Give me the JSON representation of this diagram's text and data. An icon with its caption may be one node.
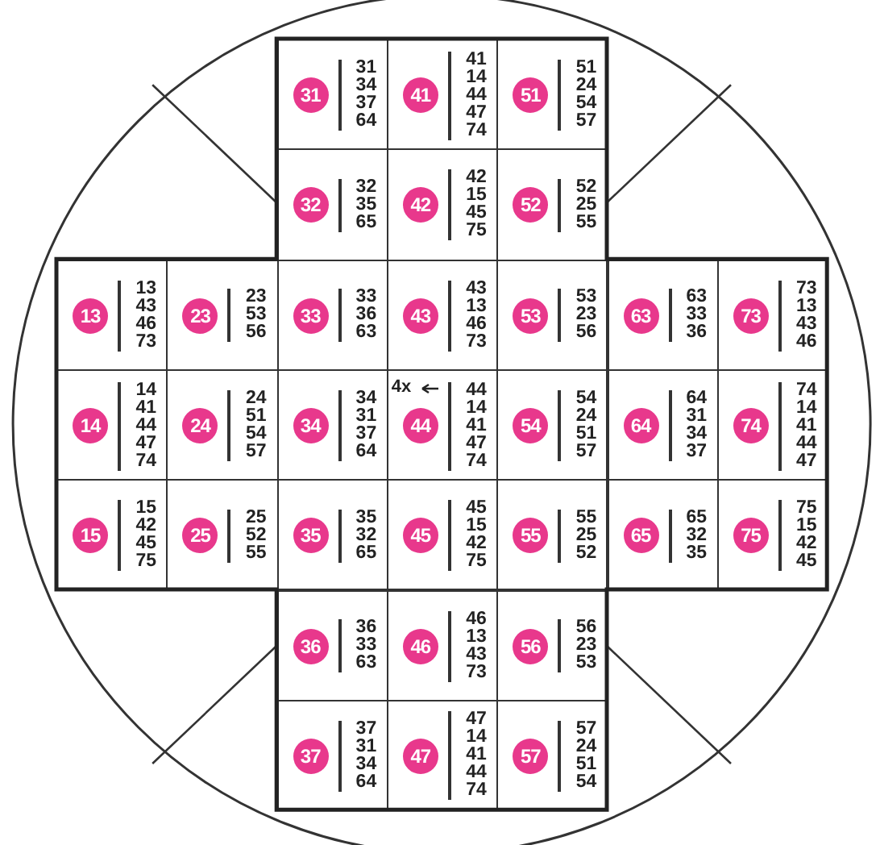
{
  "diagram": {
    "nodes": [
      {
        "text": [
          "31 34 37 64"
        ]
      },
      {
        "text": [
          "31"
        ],
        "in": 0
      },
      {
        "text": [
          "41 14 44 47 74"
        ]
      },
      {
        "text": [
          "41"
        ],
        "in": 2
      },
      {
        "text": [
          "51 24 54 57"
        ]
      },
      {
        "text": [
          "51"
        ],
        "in": 4
      },
      {
        "text": [
          "32 35 65"
        ]
      },
      {
        "text": [
          "32"
        ],
        "in": 6
      },
      {
        "text": [
          "42 15 45 75"
        ]
      },
      {
        "text": [
          "42"
        ],
        "in": 8
      },
      {
        "text": [
          "52 25 55"
        ]
      },
      {
        "text": [
          "52"
        ],
        "in": 10
      },
      {
        "text": [
          "13 43 46 73"
        ]
      },
      {
        "text": [
          "13"
        ],
        "in": 12
      },
      {
        "text": [
          "23 53 56"
        ]
      },
      {
        "text": [
          "23"
        ],
        "in": 14
      },
      {
        "text": [
          "33 36 63"
        ]
      },
      {
        "text": [
          "33"
        ],
        "in": 16
      },
      {
        "text": [
          "43 13 46 73"
        ]
      },
      {
        "text": [
          "43"
        ],
        "in": 18
      },
      {
        "text": [
          "53 23 56"
        ]
      },
      {
        "text": [
          "53"
        ],
        "in": 20
      },
      {
        "text": [
          "63 33 36"
        ]
      },
      {
        "text": [
          "63"
        ],
        "in": 22
      },
      {
        "text": [
          "73 13 43 46"
        ]
      },
      {
        "text": [
          "73"
        ],
        "in": 24
      },
      {
        "text": [
          "14 41 44 47 74"
        ]
      },
      {
        "text": [
          "14"
        ],
        "in": 26
      },
      {
        "text": [
          "24 51 54 57"
        ]
      },
      {
        "text": [
          "24"
        ],
        "in": 28
      },
      {
        "text": [
          "34 31 37 64"
        ]
      },
      {
        "text": [
          "34"
        ],
        "in": 30
      },
      {
        "text": [
          "44 14 41 47 74"
        ]
      },
      {
        "text": [
          "44"
        ],
        "in": 32
      },
      {
        "text": [
          "54 24 51 57"
        ]
      },
      {
        "text": [
          "54"
        ],
        "in": 34
      },
      {
        "text": [
          "64 31 34 37"
        ]
      },
      {
        "text": [
          "64"
        ],
        "in": 36
      },
      {
        "text": [
          "74 14 41 44 47"
        ]
      },
      {
        "text": [
          "74"
        ],
        "in": 38
      },
      {
        "text": [
          "15 42 45 75"
        ]
      },
      {
        "text": [
          "15"
        ],
        "in": 40
      },
      {
        "text": [
          "25 52 55"
        ]
      },
      {
        "text": [
          "25"
        ],
        "in": 42
      },
      {
        "text": [
          "35 32 65"
        ]
      },
      {
        "text": [
          "35"
        ],
        "in": 44
      },
      {
        "text": [
          "45 15 42 75"
        ]
      },
      {
        "text": [
          "45"
        ],
        "in": 46
      },
      {
        "text": [
          "55 25 52"
        ]
      },
      {
        "text": [
          "55"
        ],
        "in": 48
      },
      {
        "text": [
          "65 32 35"
        ]
      },
      {
        "text": [
          "65"
        ],
        "in": 50
      },
      {
        "text": [
          "75 15 42 45"
        ]
      },
      {
        "text": [
          "75"
        ],
        "in": 52
      },
      {
        "text": [
          "36 33 63"
        ]
      },
      {
        "text": [
          "36"
        ],
        "in": 54
      },
      {
        "text": [
          "46 13 43 73"
        ]
      },
      {
        "text": [
          "46"
        ],
        "in": 56
      },
      {
        "text": [
          "56 23 53"
        ]
      },
      {
        "text": [
          "56"
        ],
        "in": 58
      },
      {
        "text": [
          "37 31 34 64"
        ]
      },
      {
        "text": [
          "37"
        ],
        "in": 60
      },
      {
        "text": [
          "47 14 41 44 74"
        ]
      },
      {
        "text": [
          "47"
        ],
        "in": 62
      },
      {
        "text": [
          "57 24 51 54"
        ]
      },
      {
        "text": [
          "57"
        ],
        "in": 64
      }
    ],
    "labels": [
      "4x"
    ]
  }
}
